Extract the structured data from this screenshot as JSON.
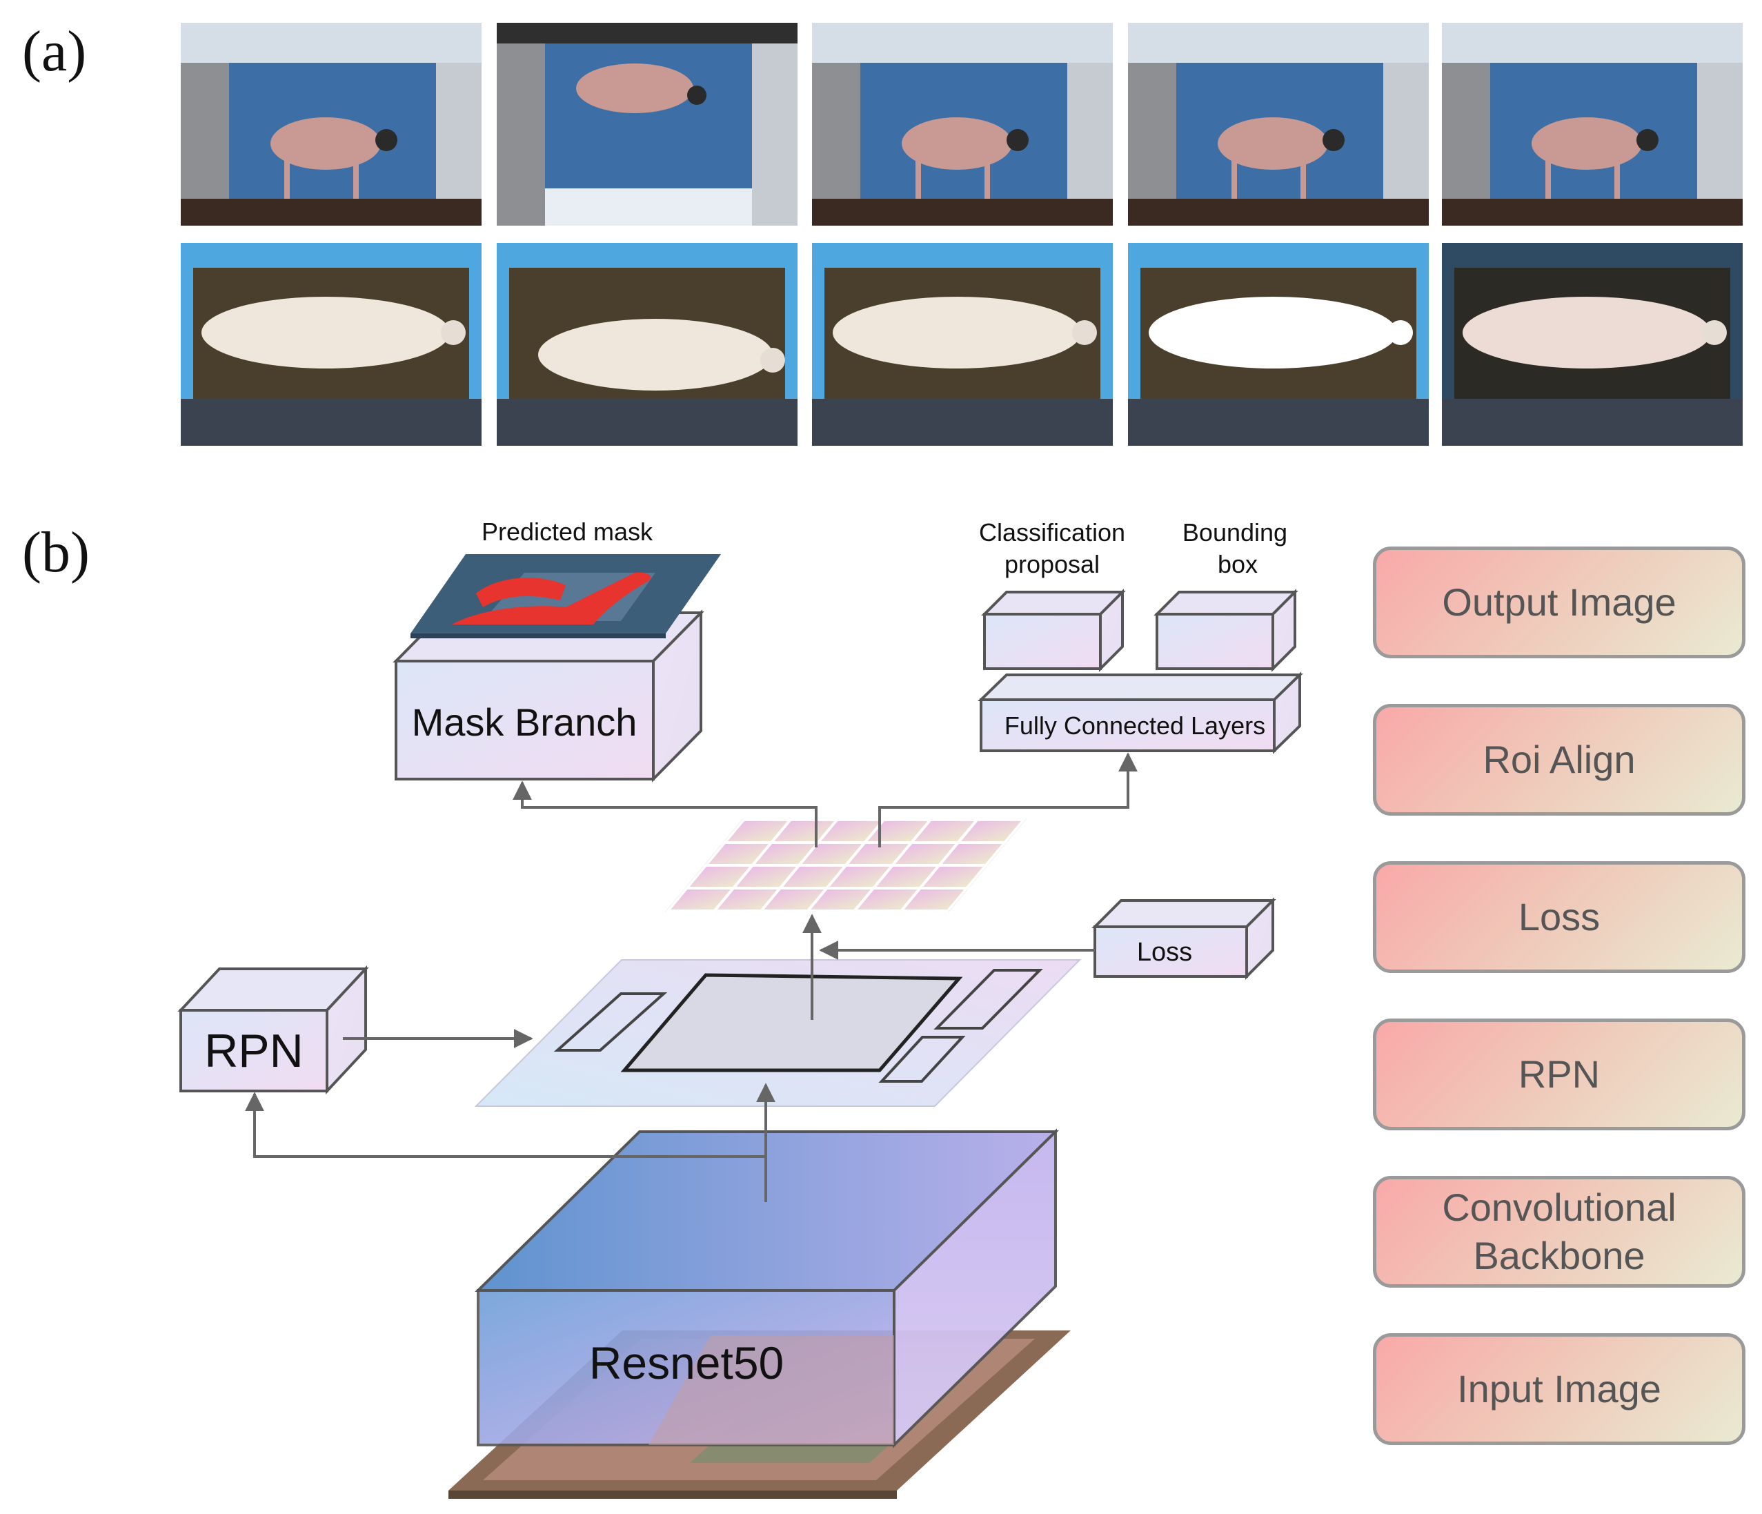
{
  "panels": {
    "a": "(a)",
    "b": "(b)"
  },
  "photo_grid": {
    "top_row": [
      "side-view-sheep",
      "top-down-sheep-upright-frame",
      "side-view-sheep",
      "side-view-sheep",
      "side-view-sheep"
    ],
    "bottom_row": [
      "top-view-sheep-back",
      "top-view-sheep-back",
      "top-view-sheep-back",
      "top-view-sheep-back-bright",
      "top-view-sheep-back-dark"
    ]
  },
  "diagram": {
    "predicted_mask": "Predicted mask",
    "mask_branch": "Mask Branch",
    "classification_proposal_line1": "Classification",
    "classification_proposal_line2": "proposal",
    "bounding_box_line1": "Bounding",
    "bounding_box_line2": "box",
    "fully_connected_layers": "Fully Connected Layers",
    "loss": "Loss",
    "rpn": "RPN",
    "resnet": "Resnet50"
  },
  "legend": {
    "items": [
      "Output Image",
      "Roi Align",
      "Loss",
      "RPN",
      "Convolutional\nBackbone",
      "Input Image"
    ]
  },
  "colors": {
    "box_fill_left": "#dde6f6",
    "box_fill_right": "#f0ddf3",
    "arrow": "#666666",
    "legend_border": "#9a9a9a",
    "mask_red": "#e8342f",
    "wall_blue": "#3d6fa6",
    "fleece": "#c99a93"
  }
}
